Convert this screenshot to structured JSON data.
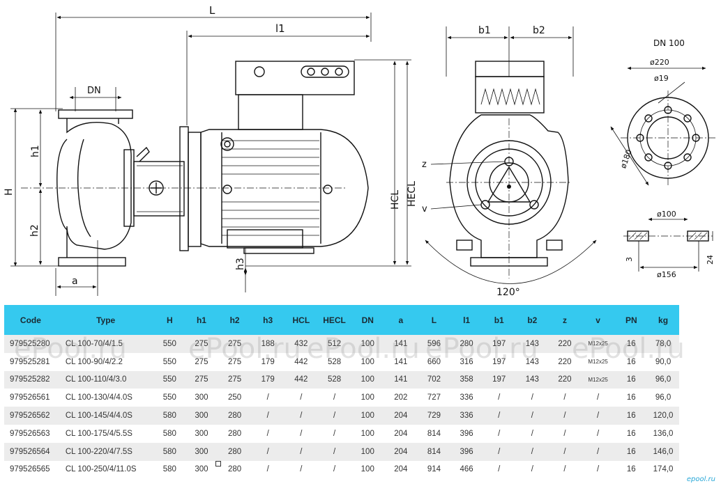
{
  "drawing": {
    "labels": {
      "L": "L",
      "l1": "l1",
      "DN": "DN",
      "H": "H",
      "h1": "h1",
      "h2": "h2",
      "h3": "h3",
      "a": "a",
      "HCL": "HCL",
      "HECL": "HECL",
      "b1": "b1",
      "b2": "b2",
      "z": "z",
      "v": "v",
      "angle": "120°"
    },
    "flange": {
      "title": "DN 100",
      "d220": "ø220",
      "d19": "ø19",
      "d180": "ø180",
      "d100": "ø100",
      "d156": "ø156",
      "h3": "3",
      "h24": "24"
    }
  },
  "table": {
    "headers": [
      "Code",
      "Type",
      "H",
      "h1",
      "h2",
      "h3",
      "HCL",
      "HECL",
      "DN",
      "a",
      "L",
      "l1",
      "b1",
      "b2",
      "z",
      "v",
      "PN",
      "kg"
    ],
    "rows": [
      [
        "979525280",
        "CL 100-70/4/1.5",
        "550",
        "275",
        "275",
        "188",
        "432",
        "512",
        "100",
        "141",
        "596",
        "280",
        "197",
        "143",
        "220",
        "M12x25",
        "16",
        "78,0"
      ],
      [
        "979525281",
        "CL 100-90/4/2.2",
        "550",
        "275",
        "275",
        "179",
        "442",
        "528",
        "100",
        "141",
        "660",
        "316",
        "197",
        "143",
        "220",
        "M12x25",
        "16",
        "90,0"
      ],
      [
        "979525282",
        "CL 100-110/4/3.0",
        "550",
        "275",
        "275",
        "179",
        "442",
        "528",
        "100",
        "141",
        "702",
        "358",
        "197",
        "143",
        "220",
        "M12x25",
        "16",
        "96,0"
      ],
      [
        "979526561",
        "CL 100-130/4/4.0S",
        "550",
        "300",
        "250",
        "/",
        "/",
        "/",
        "100",
        "202",
        "727",
        "336",
        "/",
        "/",
        "/",
        "/",
        "16",
        "96,0"
      ],
      [
        "979526562",
        "CL 100-145/4/4.0S",
        "580",
        "300",
        "280",
        "/",
        "/",
        "/",
        "100",
        "204",
        "729",
        "336",
        "/",
        "/",
        "/",
        "/",
        "16",
        "120,0"
      ],
      [
        "979526563",
        "CL 100-175/4/5.5S",
        "580",
        "300",
        "280",
        "/",
        "/",
        "/",
        "100",
        "204",
        "814",
        "396",
        "/",
        "/",
        "/",
        "/",
        "16",
        "136,0"
      ],
      [
        "979526564",
        "CL 100-220/4/7.5S",
        "580",
        "300",
        "280",
        "/",
        "/",
        "/",
        "100",
        "204",
        "814",
        "396",
        "/",
        "/",
        "/",
        "/",
        "16",
        "146,0"
      ],
      [
        "979526565",
        "CL 100-250/4/11.0S",
        "580",
        "300",
        "280",
        "/",
        "/",
        "/",
        "100",
        "204",
        "914",
        "466",
        "/",
        "/",
        "/",
        "/",
        "16",
        "174,0"
      ]
    ]
  },
  "watermark": "ePool.ru",
  "brand": "epool.ru",
  "colors": {
    "header_bg": "#35c9ef",
    "row_alt": "#ececec",
    "brand": "#2aa8d8"
  }
}
